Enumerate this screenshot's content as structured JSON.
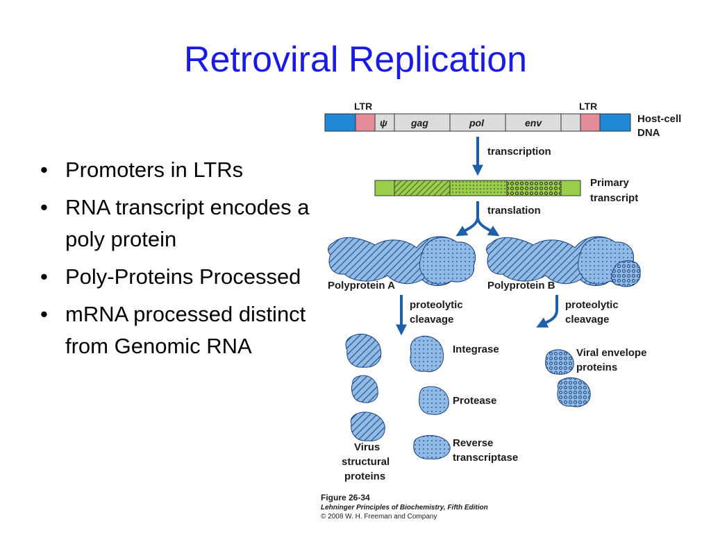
{
  "slide": {
    "title": "Retroviral Replication",
    "bullets": [
      "Promoters in LTRs",
      "RNA transcript encodes a poly protein",
      "Poly-Proteins Processed",
      "mRNA processed distinct from Genomic RNA"
    ]
  },
  "figure": {
    "dna_segments": {
      "ltr_left": "LTR",
      "ltr_right": "LTR",
      "psi": "ψ",
      "gag": "gag",
      "pol": "pol",
      "env": "env"
    },
    "host_dna_line1": "Host-cell",
    "host_dna_line2": "DNA",
    "transcription": "transcription",
    "primary_line1": "Primary",
    "primary_line2": "transcript",
    "translation": "translation",
    "polyprotein_a": "Polyprotein A",
    "polyprotein_b": "Polyprotein B",
    "cleavage_a_line1": "proteolytic",
    "cleavage_a_line2": "cleavage",
    "cleavage_b_line1": "proteolytic",
    "cleavage_b_line2": "cleavage",
    "integrase": "Integrase",
    "protease": "Protease",
    "rt_line1": "Reverse",
    "rt_line2": "transcriptase",
    "envelope_line1": "Viral envelope",
    "envelope_line2": "proteins",
    "virus_line1": "Virus",
    "virus_line2": "structural",
    "virus_line3": "proteins",
    "caption_fig": "Figure 26-34",
    "caption_book": "Lehninger Principles of Biochemistry, Fifth Edition",
    "caption_copy": "© 2008 W. H. Freeman and Company"
  },
  "colors": {
    "title": "#1a1ae6",
    "dna_blue": "#1e8ad6",
    "ltr_pink": "#e38c9a",
    "gene_grey": "#dcdcdc",
    "rna_green": "#9acd4a",
    "protein_blue": "#8fbbe6",
    "arrow_blue": "#1f5fa8"
  }
}
